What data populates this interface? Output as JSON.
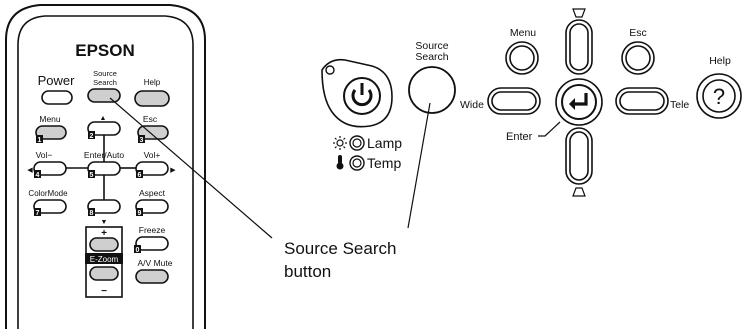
{
  "remote": {
    "brand": "EPSON",
    "power_label": "Power",
    "source_search_label_line1": "Source",
    "source_search_label_line2": "Search",
    "help_label": "Help",
    "menu_label": "Menu",
    "esc_label": "Esc",
    "vol_minus_label": "Vol−",
    "enter_auto_label": "Enter/Auto",
    "vol_plus_label": "Vol+",
    "color_mode_label": "ColorMode",
    "aspect_label": "Aspect",
    "freeze_label": "Freeze",
    "ezoom_label": "E-Zoom",
    "av_mute_label": "A/V Mute",
    "zoom_plus": "+",
    "zoom_minus": "−",
    "numbers": [
      "1",
      "2",
      "3",
      "4",
      "5",
      "6",
      "7",
      "8",
      "9",
      "0"
    ]
  },
  "panel": {
    "source_search_line1": "Source",
    "source_search_line2": "Search",
    "menu_label": "Menu",
    "esc_label": "Esc",
    "help_label": "Help",
    "help_glyph": "?",
    "wide_label": "Wide",
    "tele_label": "Tele",
    "enter_label": "Enter",
    "lamp_label": "Lamp",
    "temp_label": "Temp"
  },
  "callout": {
    "line1": "Source Search",
    "line2": "button"
  }
}
